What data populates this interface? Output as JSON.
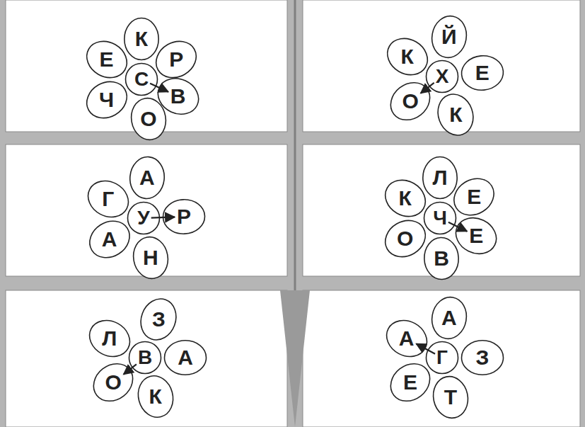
{
  "diagram": {
    "nodes": [
      {
        "text": [
          "С"
        ]
      },
      {
        "text": [
          "К"
        ]
      },
      {
        "text": [
          "Р"
        ]
      },
      {
        "text": [
          "В"
        ]
      },
      {
        "text": [
          "О"
        ]
      },
      {
        "text": [
          "Ч"
        ]
      },
      {
        "text": [
          "Е"
        ]
      },
      {
        "text": [
          "Х"
        ]
      },
      {
        "text": [
          "Й"
        ]
      },
      {
        "text": [
          "Е"
        ]
      },
      {
        "text": [
          "К"
        ]
      },
      {
        "text": [
          "О"
        ]
      },
      {
        "text": [
          "К"
        ]
      },
      {
        "text": [
          "У"
        ]
      },
      {
        "text": [
          "А"
        ]
      },
      {
        "text": [
          "Р"
        ]
      },
      {
        "text": [
          "Н"
        ]
      },
      {
        "text": [
          "А"
        ]
      },
      {
        "text": [
          "Г"
        ]
      },
      {
        "text": [
          "Ч"
        ]
      },
      {
        "text": [
          "Л"
        ]
      },
      {
        "text": [
          "Е"
        ]
      },
      {
        "text": [
          "Е"
        ]
      },
      {
        "text": [
          "В"
        ]
      },
      {
        "text": [
          "О"
        ]
      },
      {
        "text": [
          "К"
        ]
      },
      {
        "text": [
          "В"
        ]
      },
      {
        "text": [
          "З"
        ]
      },
      {
        "text": [
          "А"
        ]
      },
      {
        "text": [
          "К"
        ]
      },
      {
        "text": [
          "О"
        ]
      },
      {
        "text": [
          "Л"
        ]
      },
      {
        "text": [
          "Г"
        ]
      },
      {
        "text": [
          "А"
        ]
      },
      {
        "text": [
          "З"
        ]
      },
      {
        "text": [
          "Т"
        ]
      },
      {
        "text": [
          "Е"
        ]
      },
      {
        "text": [
          "А"
        ]
      }
    ],
    "edges": [
      {
        "from": 0,
        "to": 3,
        "arrow": "to"
      },
      {
        "from": 7,
        "to": 11,
        "arrow": "to"
      },
      {
        "from": 13,
        "to": 15,
        "arrow": "to"
      },
      {
        "from": 19,
        "to": 22,
        "arrow": "to"
      },
      {
        "from": 26,
        "to": 30,
        "arrow": "to"
      },
      {
        "from": 32,
        "to": 37,
        "arrow": "to"
      }
    ]
  }
}
